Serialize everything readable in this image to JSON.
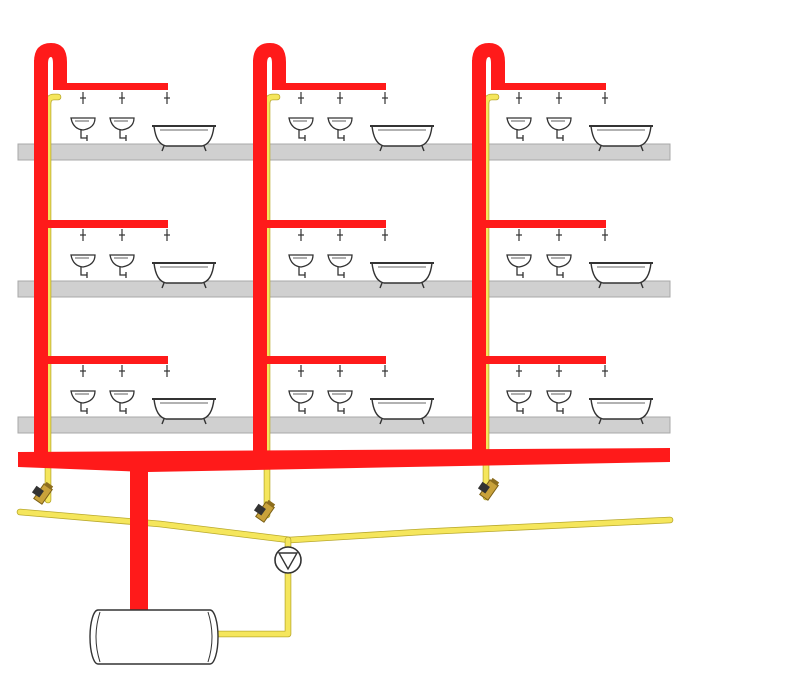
{
  "diagram": {
    "columns": 3,
    "floors": 3,
    "fixtures_per_branch": [
      "sink",
      "sink",
      "bathtub"
    ]
  },
  "colors": {
    "hot_supply": "#ff1a1a",
    "recirculation": "#f5e65c",
    "recirculation_stroke": "#b9a92d",
    "floor_slab": "#d0d0d0",
    "floor_slab_stroke": "#a8a8a8",
    "fixture_stroke": "#333333",
    "tank_fill": "#ffffff",
    "valve": "#c9a23a",
    "valve_dark": "#333333",
    "background": "#ffffff"
  }
}
